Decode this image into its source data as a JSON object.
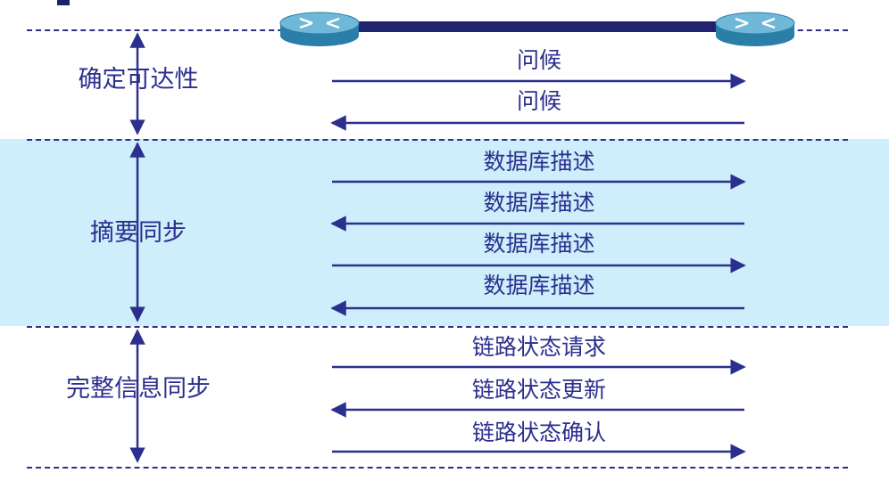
{
  "colors": {
    "ink": "#2b2f8e",
    "band": "#cdeefa",
    "router_top": "#6fb8d8",
    "router_side": "#2a7ea8",
    "link": "#22236f"
  },
  "icons": [
    "router-icon",
    "router-icon"
  ],
  "phases": [
    {
      "label": "确定可达性"
    },
    {
      "label": "摘要同步"
    },
    {
      "label": "完整信息同步"
    }
  ],
  "messages": [
    {
      "label": "问候",
      "direction": "right"
    },
    {
      "label": "问候",
      "direction": "left"
    },
    {
      "label": "数据库描述",
      "direction": "right"
    },
    {
      "label": "数据库描述",
      "direction": "left"
    },
    {
      "label": "数据库描述",
      "direction": "right"
    },
    {
      "label": "数据库描述",
      "direction": "left"
    },
    {
      "label": "链路状态请求",
      "direction": "right"
    },
    {
      "label": "链路状态更新",
      "direction": "left"
    },
    {
      "label": "链路状态确认",
      "direction": "right"
    }
  ]
}
